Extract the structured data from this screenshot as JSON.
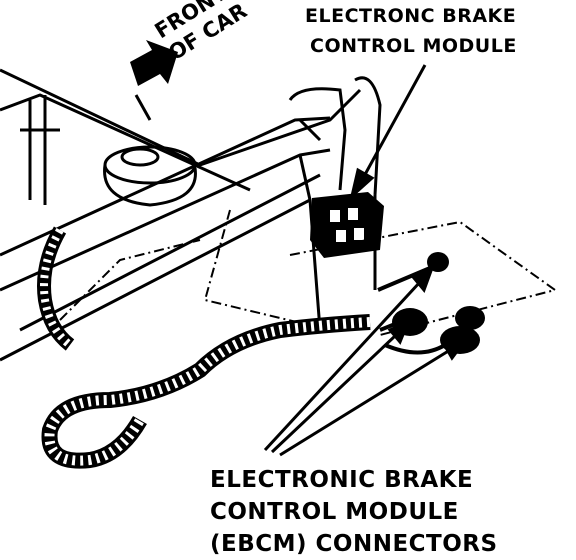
{
  "labels": {
    "front_line1": "FRONT",
    "front_line2": "OF CAR",
    "module_line1": "ELECTRONC BRAKE",
    "module_line2": "CONTROL MODULE",
    "connectors_line1": "ELECTRONIC BRAKE",
    "connectors_line2": "CONTROL MODULE",
    "connectors_line3": "(EBCM) CONNECTORS"
  },
  "colors": {
    "ink": "#000000",
    "paper": "#ffffff"
  }
}
